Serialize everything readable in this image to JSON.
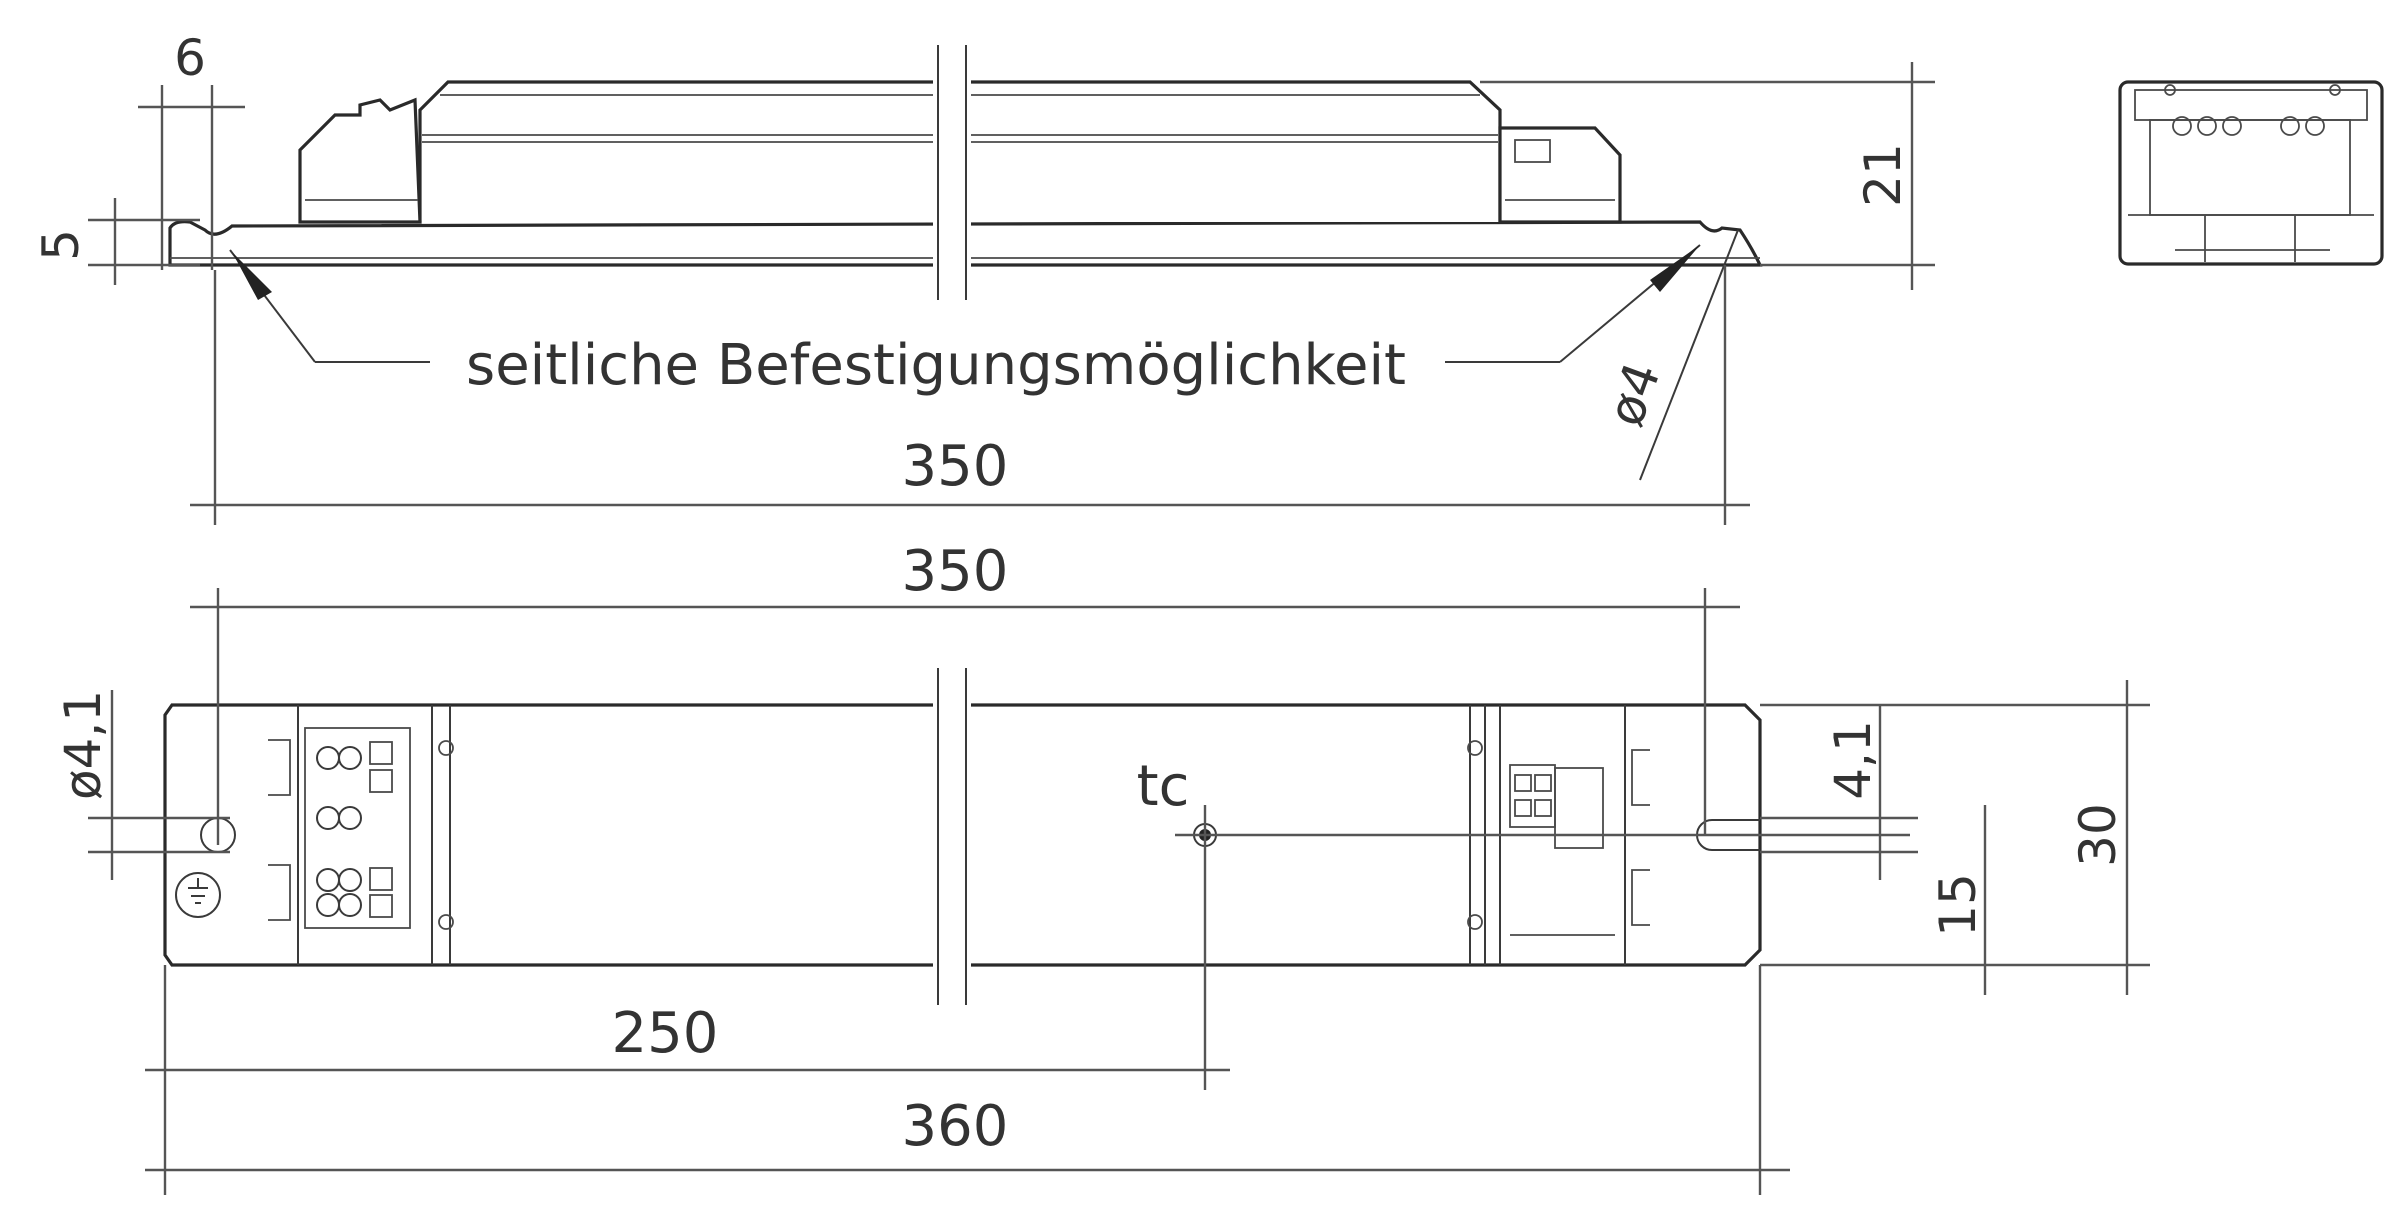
{
  "side_view": {
    "dim_flange_width": "6",
    "dim_flange_height": "5",
    "dim_height": "21",
    "dim_hole": "ø4",
    "dim_length": "350",
    "annotation": "seitliche Befestigungsmöglichkeit"
  },
  "top_view": {
    "dim_hole_spacing": "350",
    "dim_hole": "ø4,1",
    "tc_label": "tc",
    "dim_tc_position": "250",
    "dim_total_length": "360",
    "dim_slot_width": "4,1",
    "dim_slot_offset": "15",
    "dim_width": "30"
  }
}
